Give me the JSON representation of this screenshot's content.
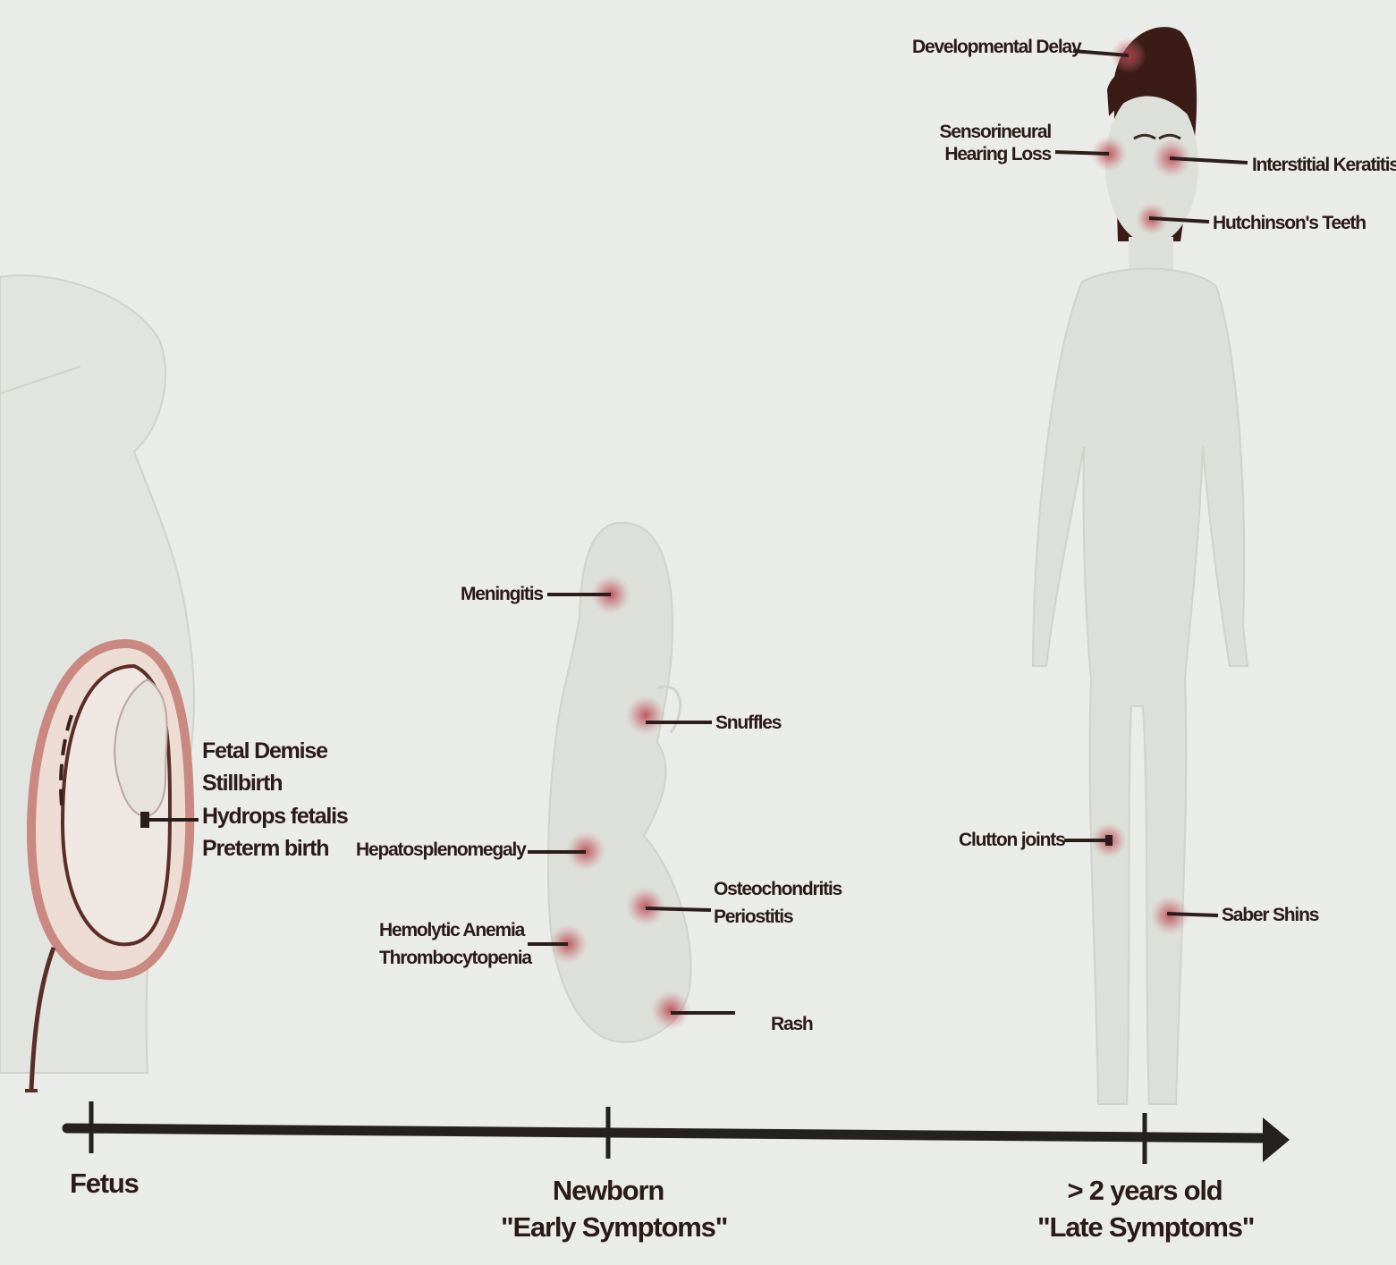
{
  "timeline": {
    "stages": [
      {
        "label": "Fetus",
        "sublabel": ""
      },
      {
        "label": "Newborn",
        "sublabel": "\"Early Symptoms\""
      },
      {
        "label": "> 2 years old",
        "sublabel": "\"Late Symptoms\""
      }
    ]
  },
  "fetus": {
    "labels": [
      "Fetal Demise",
      "Stillbirth",
      "Hydrops fetalis",
      "Preterm birth"
    ]
  },
  "newborn": {
    "meningitis": "Meningitis",
    "snuffles": "Snuffles",
    "hepatosplenomegaly": "Hepatosplenomegaly",
    "osteo_1": "Osteochondritis",
    "osteo_2": "Periostitis",
    "hemolytic_1": "Hemolytic Anemia",
    "hemolytic_2": "Thrombocytopenia",
    "rash": "Rash"
  },
  "child": {
    "developmental_delay": "Developmental Delay",
    "hearing_1": "Sensorineural",
    "hearing_2": "Hearing Loss",
    "keratitis": "Interstitial Keratitis",
    "teeth": "Hutchinson's Teeth",
    "clutton": "Clutton joints",
    "saber": "Saber Shins"
  },
  "colors": {
    "background": "#e9ece8",
    "figure_fill": "#dcdfda",
    "marker": "#b8404a",
    "line": "#2b1d1b",
    "uterus": "#c98880",
    "hair": "#3a1b16"
  }
}
